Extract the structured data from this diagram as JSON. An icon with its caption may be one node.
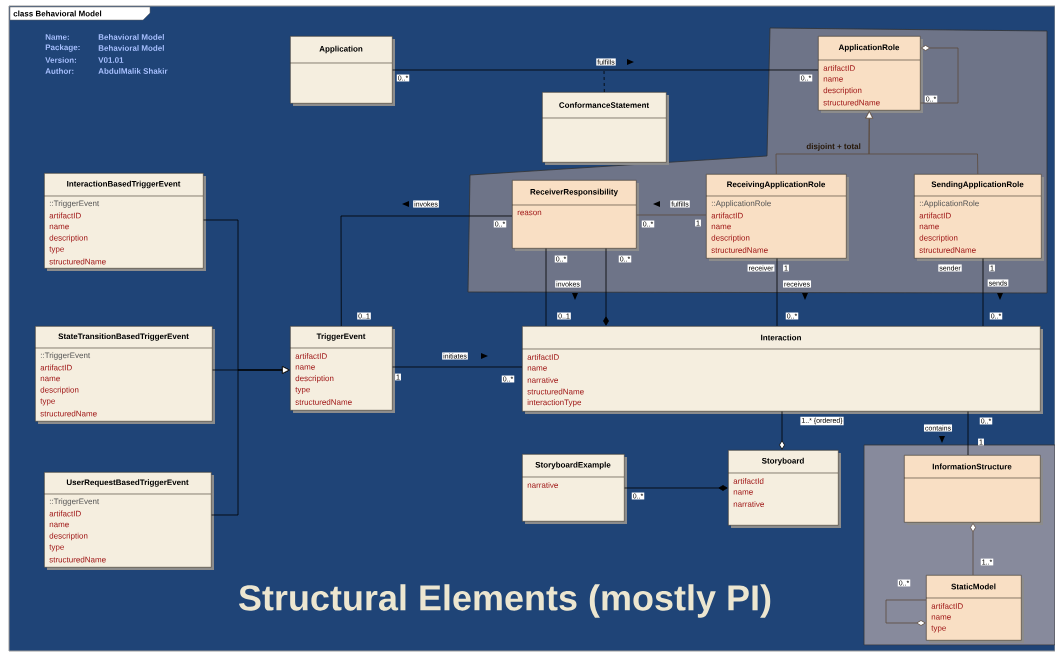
{
  "diagram": {
    "title": "class Behavioral Model",
    "caption": "Structural Elements (mostly PI)",
    "nodes": [
      {
        "text": [
          "Application"
        ]
      },
      {
        "text": [
          "ConformanceStatement"
        ]
      },
      {
        "text": [
          "ApplicationRole",
          "artifactID",
          "name",
          "description",
          "structuredName"
        ]
      },
      {
        "text": [
          "InteractionBasedTriggerEvent",
          "::TriggerEvent",
          "artifactID",
          "name",
          "description",
          "type",
          "structuredName"
        ]
      },
      {
        "text": [
          "StateTransitionBasedTriggerEvent",
          "::TriggerEvent",
          "artifactID",
          "name",
          "description",
          "type",
          "structuredName"
        ]
      },
      {
        "text": [
          "UserRequestBasedTriggerEvent",
          "::TriggerEvent",
          "artifactID",
          "name",
          "description",
          "type",
          "structuredName"
        ]
      },
      {
        "text": [
          "TriggerEvent",
          "artifactID",
          "name",
          "description",
          "type",
          "structuredName"
        ]
      },
      {
        "text": [
          "ReceiverResponsibility",
          "reason"
        ]
      },
      {
        "text": [
          "ReceivingApplicationRole",
          "::ApplicationRole",
          "artifactID",
          "name",
          "description",
          "structuredName"
        ]
      },
      {
        "text": [
          "SendingApplicationRole",
          "::ApplicationRole",
          "artifactID",
          "name",
          "description",
          "structuredName"
        ]
      },
      {
        "text": [
          "Interaction",
          "artifactID",
          "name",
          "narrative",
          "structuredName",
          "interactionType"
        ]
      },
      {
        "text": [
          "StoryboardExample",
          "narrative"
        ]
      },
      {
        "text": [
          "Storyboard",
          "artifactId",
          "name",
          "narrative"
        ]
      },
      {
        "text": [
          "InformationStructure"
        ]
      },
      {
        "text": [
          "StaticModel",
          "artifactID",
          "name",
          "type"
        ]
      }
    ],
    "edges": [
      {
        "from": 0,
        "to": 2,
        "arrow": "none",
        "label": "fulfills"
      },
      {
        "from": 1,
        "to": null,
        "arrow": "none",
        "style": "dashed"
      },
      {
        "from": 2,
        "to": 2,
        "arrow": "other",
        "color": "#5c4a3c"
      },
      {
        "from": 8,
        "to": 2,
        "arrow": "to",
        "color": "#5c4a3c"
      },
      {
        "from": 9,
        "to": 2,
        "arrow": "to",
        "color": "#5c4a3c"
      },
      {
        "from": 3,
        "to": 6,
        "arrow": "to"
      },
      {
        "from": 4,
        "to": 6,
        "arrow": "to"
      },
      {
        "from": 5,
        "to": 6,
        "arrow": "to"
      },
      {
        "from": 7,
        "to": 6,
        "arrow": "none",
        "label": "invokes"
      },
      {
        "from": 7,
        "to": 8,
        "arrow": "none",
        "label": "fulfills",
        "color": "#5c4a3c"
      },
      {
        "from": 7,
        "to": 10,
        "arrow": "none",
        "label": "invokes"
      },
      {
        "from": 7,
        "to": 10,
        "arrow": "other"
      },
      {
        "from": 8,
        "to": 10,
        "arrow": "none",
        "label": "receives"
      },
      {
        "from": 9,
        "to": 10,
        "arrow": "none",
        "label": "sends"
      },
      {
        "from": 6,
        "to": 10,
        "arrow": "none",
        "label": "initiates"
      },
      {
        "from": 10,
        "to": 12,
        "arrow": "other"
      },
      {
        "from": 11,
        "to": 12,
        "arrow": "other"
      },
      {
        "from": 10,
        "to": 13,
        "arrow": "none",
        "label": "contains"
      },
      {
        "from": 14,
        "to": 13,
        "arrow": "other",
        "color": "#5c4a3c"
      },
      {
        "from": 14,
        "to": 14,
        "arrow": "other",
        "color": "#5c4a3c"
      }
    ],
    "labels": [
      "Name:",
      "Behavioral Model",
      "Package:",
      "Behavioral Model",
      "Version:",
      "V01.01",
      "Author:",
      "AbdulMalik Shakir",
      "0..*",
      "0..*",
      "0..*",
      "disjoint + total",
      "0..*",
      "0..*",
      "1",
      "0..*",
      "0..*",
      "receiver",
      "1",
      "sender",
      "1",
      "0..1",
      "0..1",
      "0..*",
      "0..*",
      "1",
      "0..*",
      "1..* {ordered}",
      "0..*",
      "1",
      "0..*",
      "1..*",
      "0..*"
    ]
  }
}
